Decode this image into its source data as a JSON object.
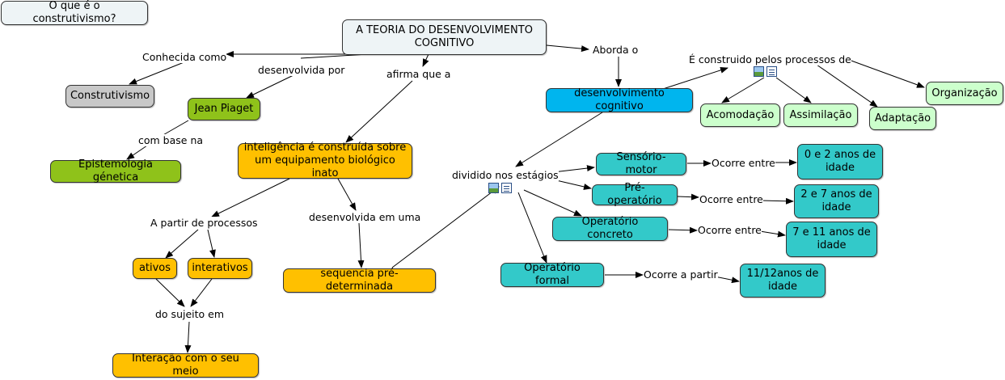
{
  "colors": {
    "title_node": "#eef4f6",
    "gray_node": "#c8c8c8",
    "green_node": "#8fc21a",
    "orange_node": "#ffc000",
    "blue_node": "#00b5ee",
    "teal_node": "#33c9c9",
    "lightgreen_node": "#ccffcc",
    "edge": "#000000"
  },
  "icons": [
    "image-resource-icon",
    "document-resource-icon"
  ],
  "nodes": {
    "question": "O que é o construtivismo?",
    "title": "A TEORIA DO DESENVOLVIMENTO\nCOGNITIVO",
    "construtivismo": "Construtivismo",
    "piaget": "Jean Piaget",
    "epistemologia": "Epistemologia génetica",
    "inteligencia": "inteligência é construída sobre\num equipamento biológico inato",
    "ativos": "ativos",
    "interativos": "interativos",
    "interacao": "Interação com o seu meio",
    "sequencia": "sequencia pré-determinada",
    "desenvolvimento": "desenvolvimento cognitivo",
    "sensorio": "Sensório-motor",
    "preop": "Pré-operatório",
    "concreto": "Operatório concreto",
    "formal": "Operatório formal",
    "age1": "0 e 2 anos de\nidade",
    "age2": "2 e 7 anos de\nidade",
    "age3": "7 e 11 anos de\nidade",
    "age4": "11/12anos de\nidade",
    "acomodacao": "Acomodação",
    "assimilacao": "Assimilação",
    "adaptacao": "Adaptação",
    "organizacao": "Organização"
  },
  "links": {
    "conhecida": "Conhecida como",
    "desenvolvida_por": "desenvolvida por",
    "afirma": "afirma que a",
    "com_base": "com base na",
    "a_partir": "A partir de processos",
    "desenvolvida_em": "desenvolvida em uma",
    "sujeito": "do sujeito em",
    "aborda": "Aborda o",
    "construido": "É construido pelos processos de",
    "dividido": "dividido nos estágios",
    "ocorre1": "Ocorre entre",
    "ocorre2": "Ocorre entre",
    "ocorre3": "Ocorre entre",
    "ocorre4": "Ocorre a partir"
  }
}
